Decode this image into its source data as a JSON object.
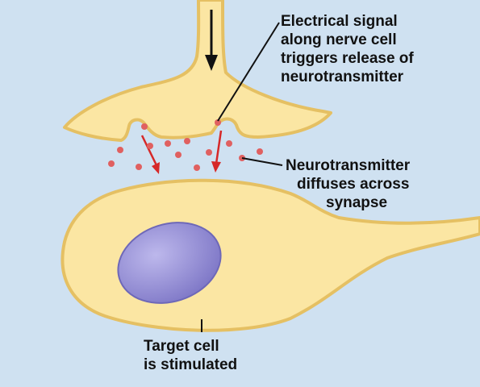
{
  "labels": {
    "electrical_signal": [
      "Electrical signal",
      "along nerve cell",
      "triggers release of",
      "neurotransmitter"
    ],
    "diffuses": [
      "Neurotransmitter",
      "diffuses across",
      "synapse"
    ],
    "target": [
      "Target cell",
      "is stimulated"
    ]
  },
  "colors": {
    "background": "#cfe1f1",
    "cell_fill": "#fbe6a3",
    "cell_outline": "#e5c063",
    "nucleus": "#8f8ad0",
    "vesicle": "#e06060",
    "arrow_red": "#d62828",
    "arrow_black": "#111111"
  },
  "icons": [
    "signal-arrow-icon",
    "release-arrow-icon",
    "vesicle-icon"
  ]
}
